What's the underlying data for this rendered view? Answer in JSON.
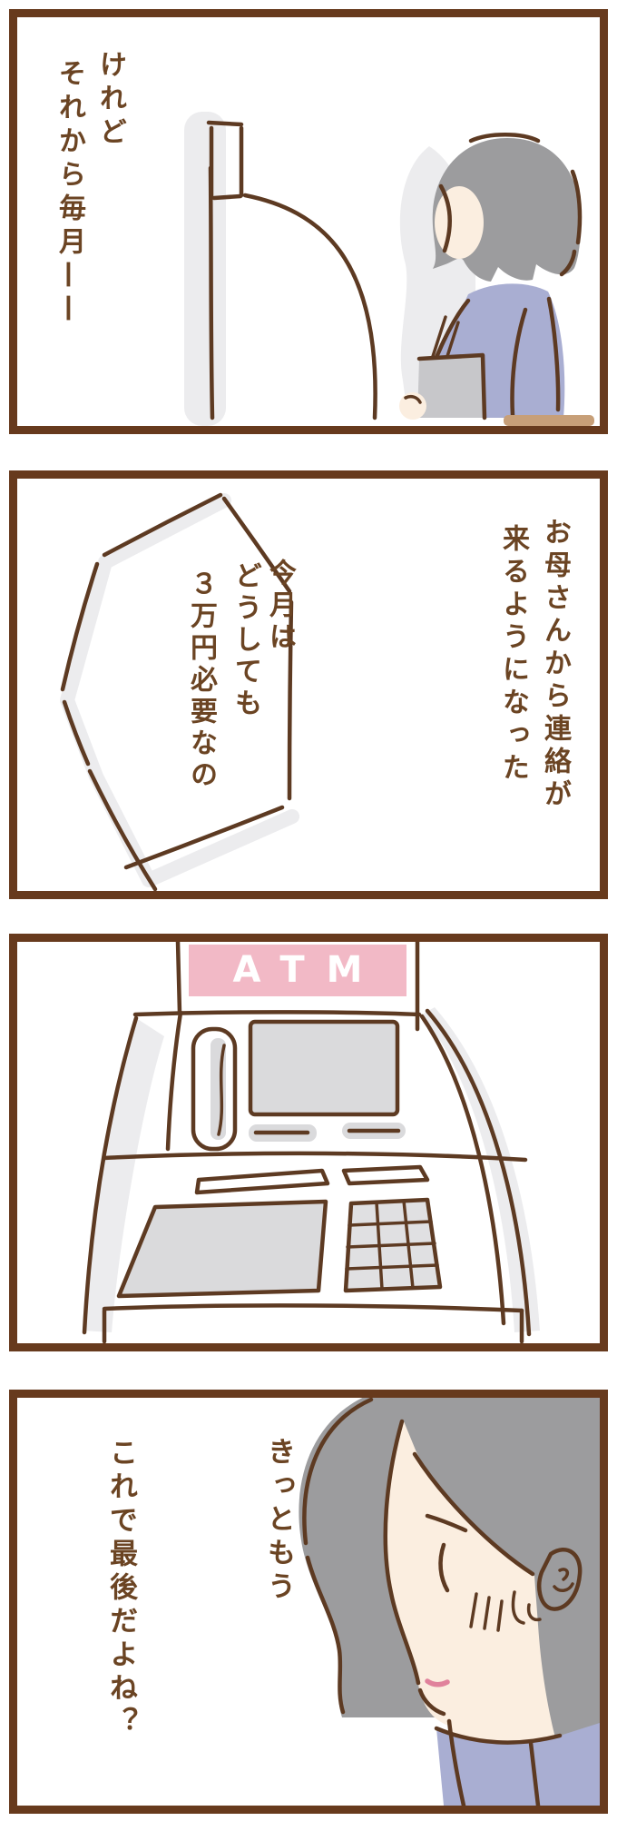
{
  "comic": {
    "panel1": {
      "lines": [
        "けれど",
        "それから毎月——"
      ]
    },
    "panel2": {
      "narration": [
        "お母さんから連絡が",
        "来るようになった"
      ],
      "bubble": [
        "今月は",
        "どうしても",
        "３万円必要なの"
      ]
    },
    "panel3": {
      "sign": "ATM"
    },
    "panel4": {
      "lines": [
        "きっともう",
        "これで最後だよね？"
      ]
    }
  },
  "colors": {
    "panel_border": "#673a1d",
    "ink": "#6b4423",
    "line": "#5d3a22",
    "sign_pink": "#f2b9c6",
    "sign_text": "#ffffff",
    "hair_gray": "#9c9c9e",
    "skin": "#fbeee0",
    "shirt_lavender": "#a9aed2",
    "machine_gray": "#dadadc",
    "shadow_gray": "#ececee",
    "mouth_pink": "#e0829c",
    "bag_gray": "#c7c7ca",
    "skirt_tan": "#c79f78"
  }
}
